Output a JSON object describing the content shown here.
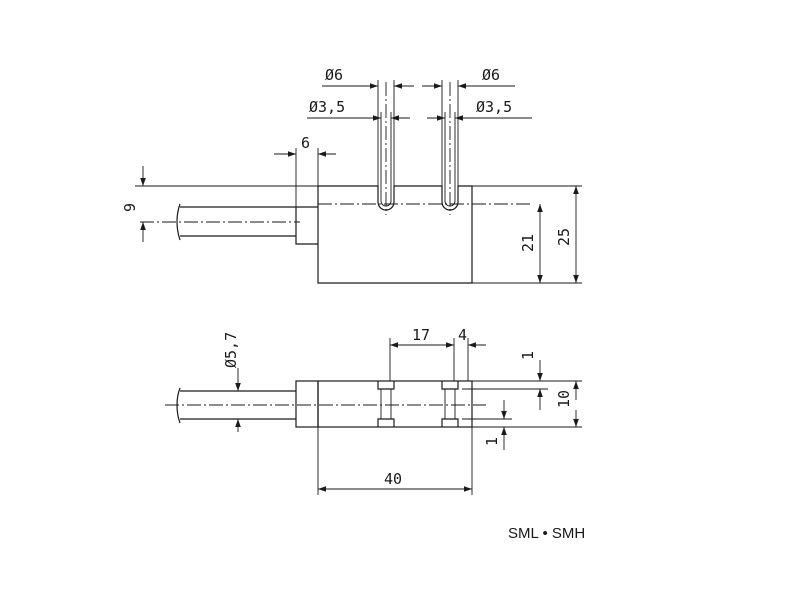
{
  "dimensions": {
    "dia6_left": "Ø6",
    "dia6_right": "Ø6",
    "dia35_left": "Ø3,5",
    "dia35_right": "Ø3,5",
    "width6": "6",
    "height9": "9",
    "height21": "21",
    "height25": "25",
    "dia57": "Ø5,7",
    "pitch17": "17",
    "slot4": "4",
    "height10": "10",
    "top1": "1",
    "bottom1": "1",
    "length40": "40"
  },
  "caption": "SML • SMH"
}
